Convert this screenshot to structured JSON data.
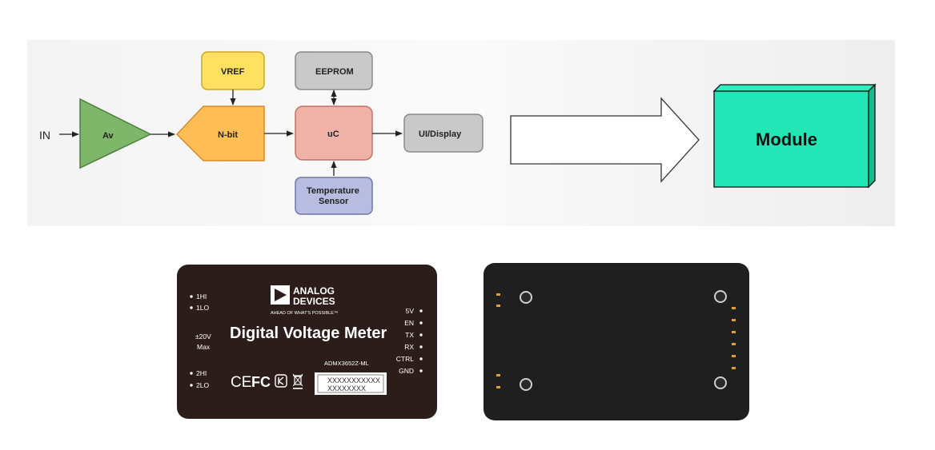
{
  "diagram": {
    "input_label": "IN",
    "amp_label": "Av",
    "adc_label": "N-bit",
    "vref_label": "VREF",
    "eeprom_label": "EEPROM",
    "uc_label": "uC",
    "ui_label": "UI/Display",
    "temp_label_line1": "Temperature",
    "temp_label_line2": "Sensor",
    "module_label": "Module",
    "colors": {
      "amp": "#7fb76a",
      "adc": "#ffbe55",
      "vref": "#ffe060",
      "eeprom": "#c9c9c9",
      "uc": "#f0b2a6",
      "ui": "#c9c9c9",
      "temp": "#b7bce0",
      "module": "#22e6b6"
    }
  },
  "module_front": {
    "brand_line1": "ANALOG",
    "brand_line2": "DEVICES",
    "tagline": "AHEAD OF WHAT'S POSSIBLE™",
    "title": "Digital Voltage Meter",
    "range_line1": "±20V",
    "range_line2": "Max",
    "part_number": "ADMX3652Z-ML",
    "serial_line1": "XXXXXXXXXXX",
    "serial_line2": "XXXXXXXX",
    "left_pins": [
      "1HI",
      "1LO",
      "2HI",
      "2LO"
    ],
    "right_pins": [
      "5V",
      "EN",
      "TX",
      "RX",
      "CTRL",
      "GND"
    ],
    "cert_marks": [
      "CE",
      "FC"
    ]
  }
}
